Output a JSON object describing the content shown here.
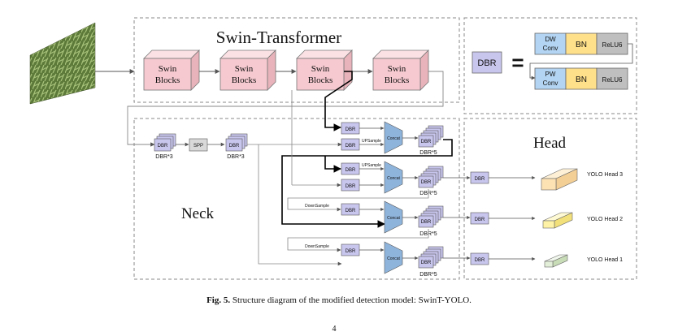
{
  "swin": {
    "title": "Swin-Transformer",
    "blocks": [
      "Swin\nBlocks",
      "Swin\nBlocks",
      "Swin\nBlocks",
      "Swin\nBlocks"
    ]
  },
  "legend": {
    "dbr": "DBR",
    "equals": "=",
    "dw_conv": "DW\nConv",
    "pw_conv": "PW\nConv",
    "bn": "BN",
    "relu": "ReLU6"
  },
  "neck": {
    "title": "Neck",
    "dbr_label": "DBR",
    "spp_label": "SPP",
    "dbr3_caption_1": "DBR*3",
    "dbr3_caption_2": "DBR*3",
    "upsample_label": "UPSample",
    "downsample_label": "DownSample",
    "concat_label": "Concat",
    "dbr5_caption": "DBR*5"
  },
  "head": {
    "title": "Head",
    "dbr_label": "DBR",
    "outputs": [
      "YOLO Head 3",
      "YOLO Head 2",
      "YOLO Head 1"
    ]
  },
  "caption": {
    "fig": "Fig. 5.",
    "text": " Structure diagram of the modified detection model: SwinT-YOLO."
  },
  "page_number": "4",
  "colors": {
    "swin_block": "#f5c9cf",
    "dbr": "#c9c6ee",
    "bn": "#ffe08a",
    "relu": "#bfbfbf",
    "conv": "#b3d4f2",
    "concat": "#8fb4dc",
    "head3": "#fde2b4",
    "head2": "#fdf2a6",
    "head1": "#e3efd9"
  }
}
